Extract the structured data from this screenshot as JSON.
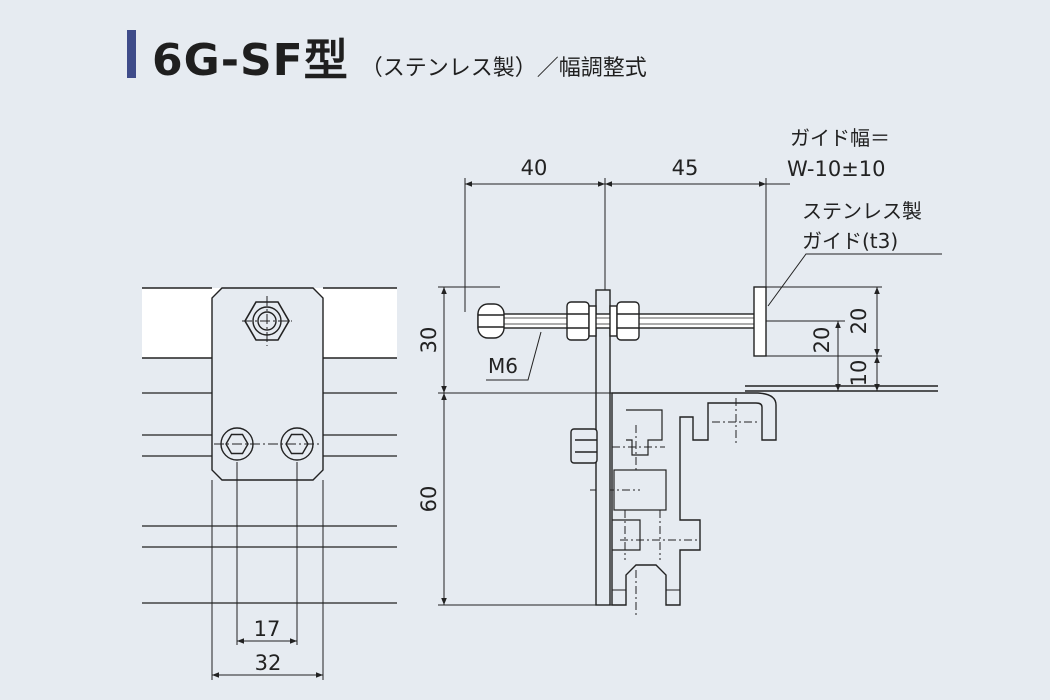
{
  "title": {
    "main": "6G-SF型",
    "sub": "（ステンレス製）／幅調整式"
  },
  "dimensions": {
    "d40": "40",
    "d45": "45",
    "guide_width_line1": "ガイド幅＝",
    "guide_width_line2": "W-10±10",
    "guide_label_line1": "ステンレス製",
    "guide_label_line2": "ガイド(t3)",
    "d30": "30",
    "d60": "60",
    "d20_outer": "20",
    "d20_inner": "20",
    "d10": "10",
    "bolt": "M6",
    "d17": "17",
    "d32": "32"
  }
}
